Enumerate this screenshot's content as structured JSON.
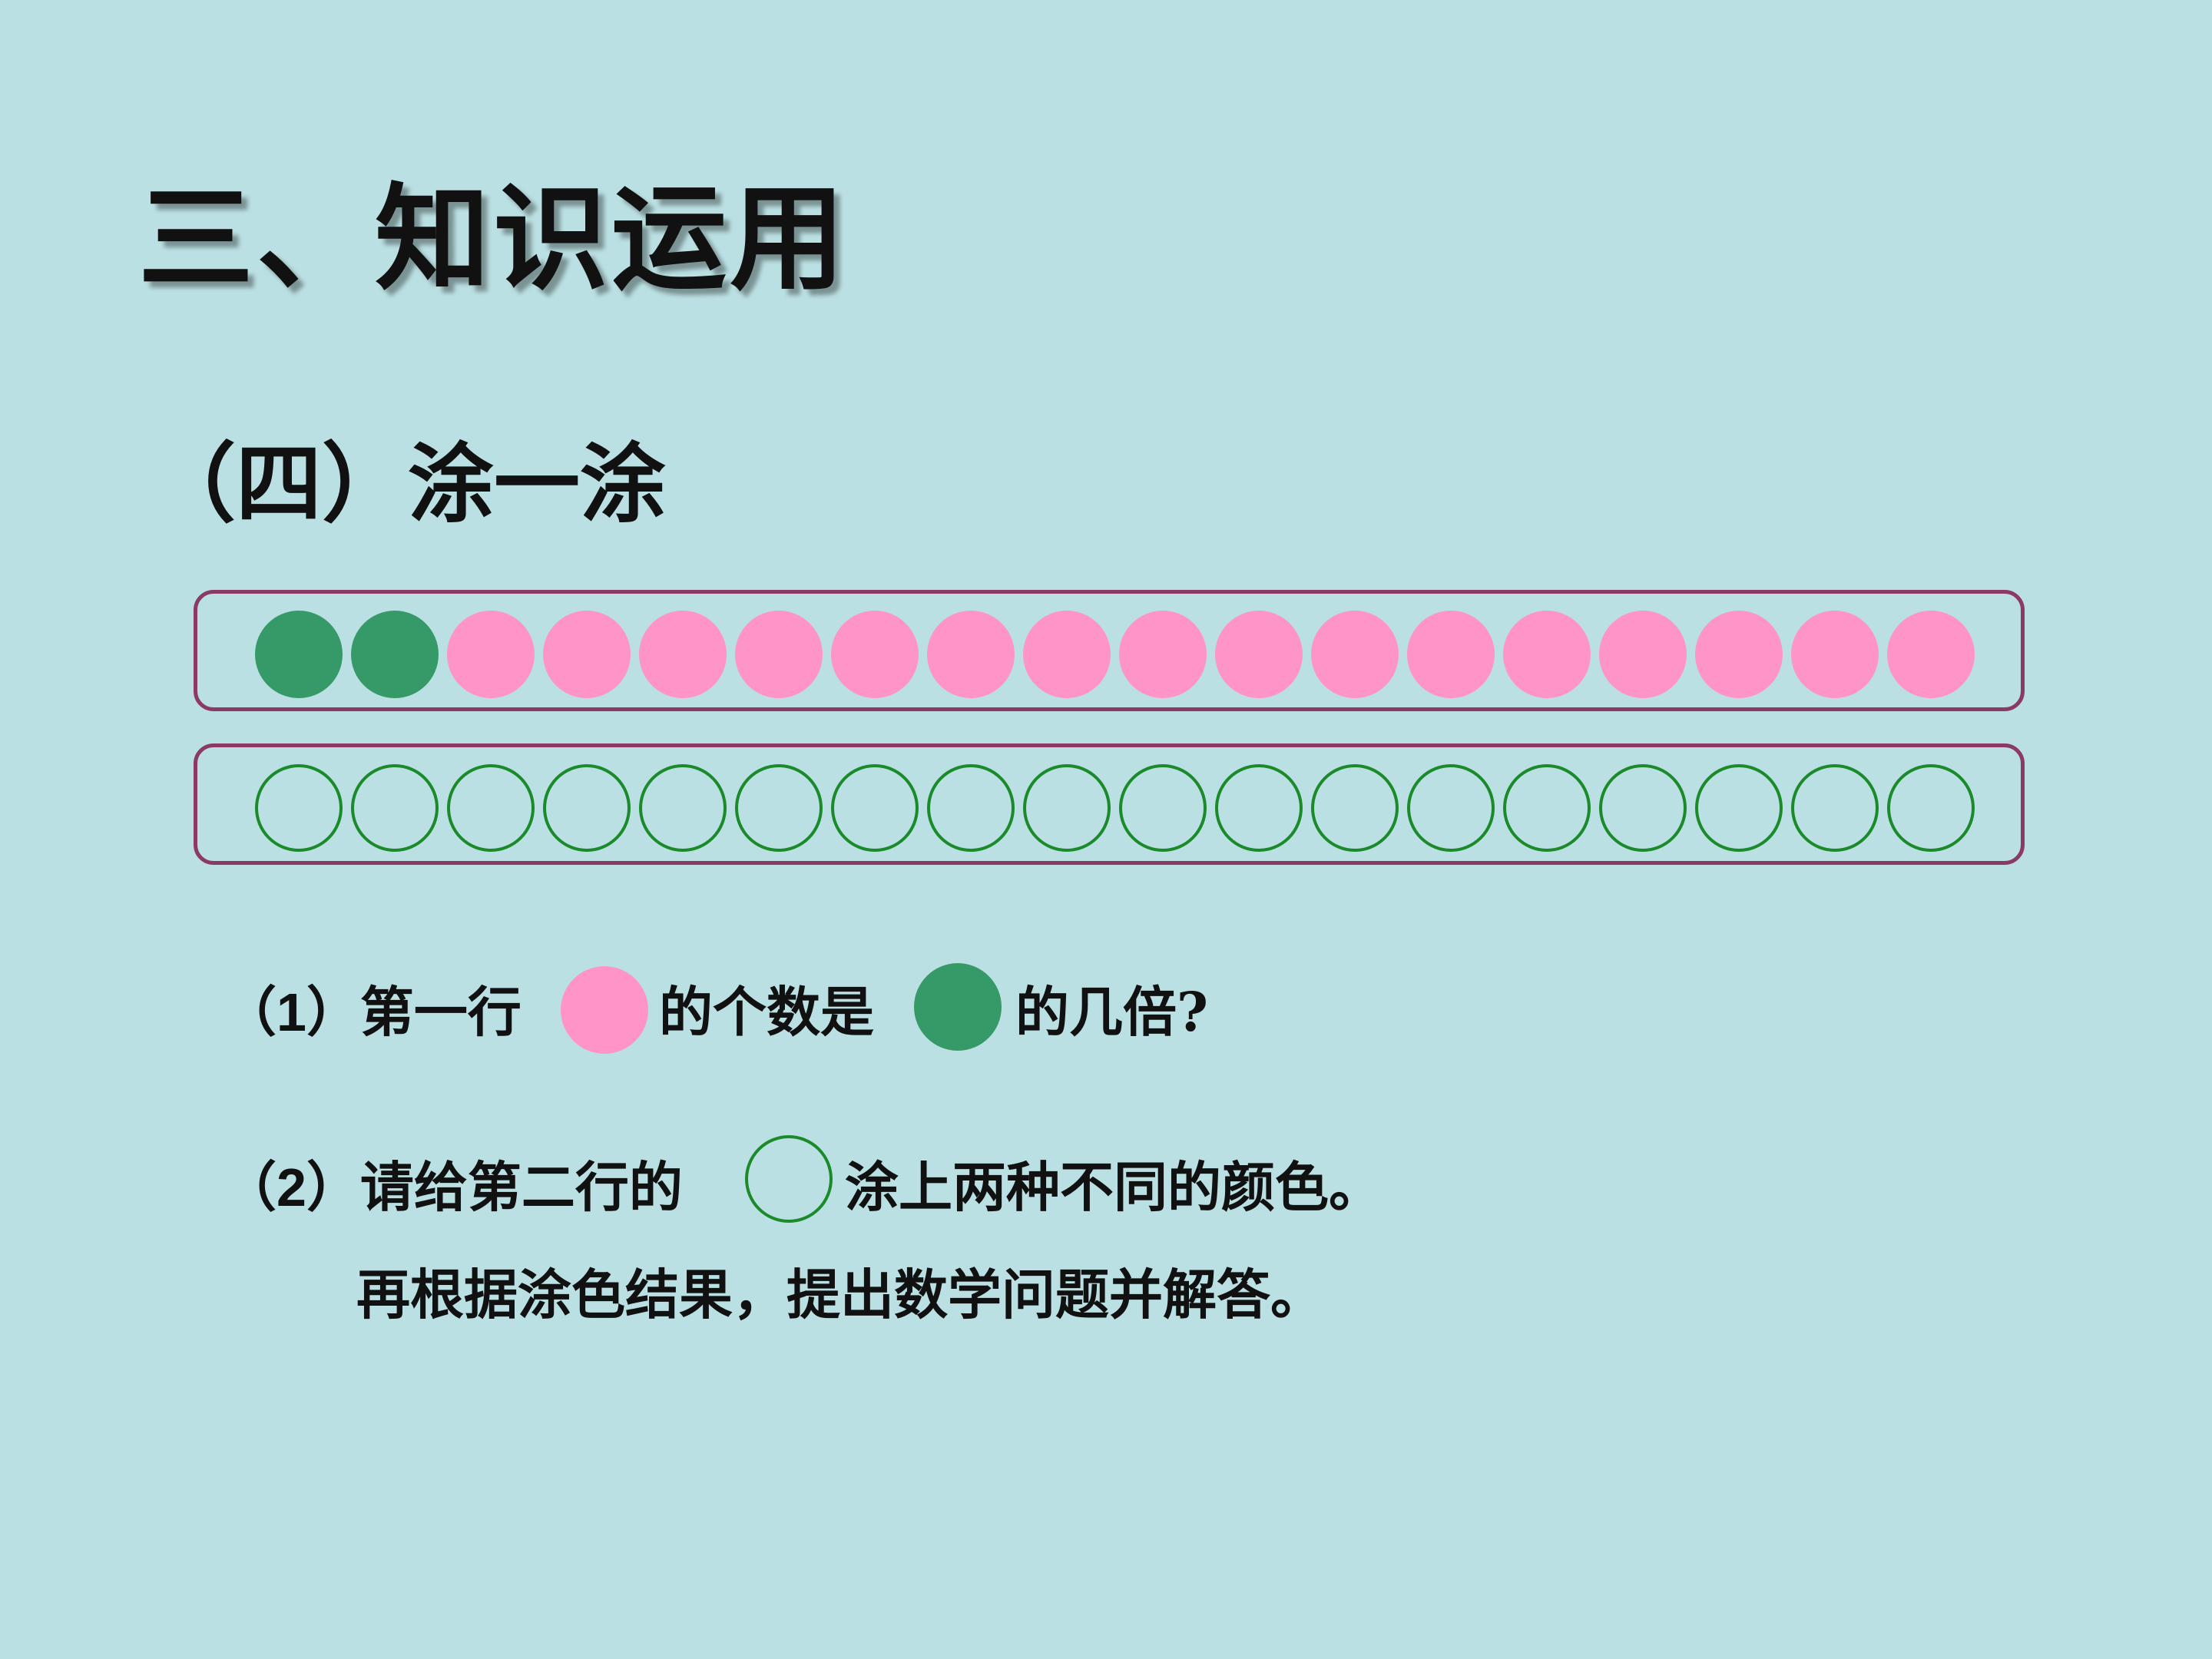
{
  "title": "三、知识运用",
  "subtitle": "（四）涂一涂",
  "colors": {
    "green": "#369a68",
    "pink": "#ff94c8",
    "outline": "#1a8a2a",
    "frame": "#8b3a66",
    "background": "#bbe0e3"
  },
  "row1": {
    "green_count": 2,
    "pink_count": 16
  },
  "row2": {
    "empty_count": 18
  },
  "question1": {
    "prefix": "（",
    "number": "1",
    "part1": "）第一行",
    "part2": "的个数是",
    "part3": "的几倍?"
  },
  "question2": {
    "prefix": "（",
    "number": "2",
    "part1": "）请给第二行的",
    "part2": "涂上两种不同的颜色。",
    "line2": "再根据涂色结果，提出数学问题并解答。"
  }
}
